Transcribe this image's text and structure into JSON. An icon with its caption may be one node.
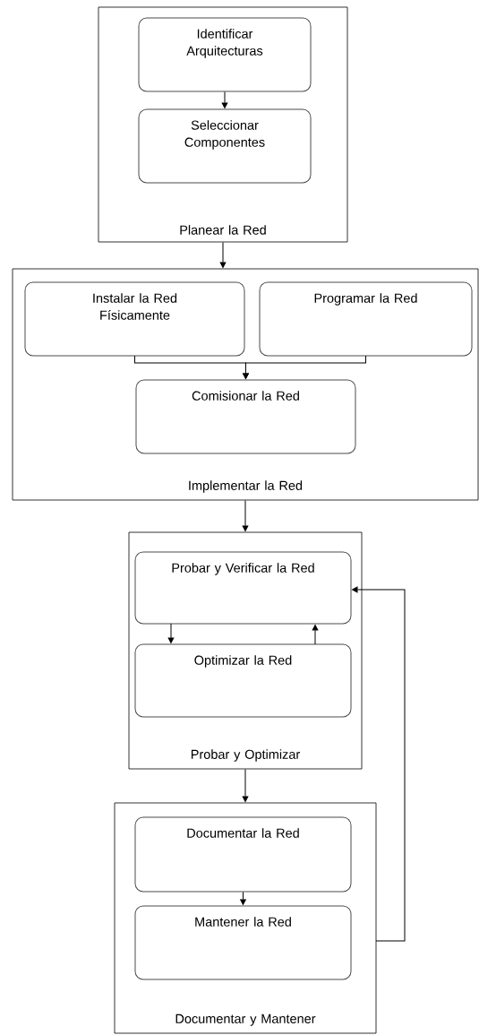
{
  "diagram": {
    "nodes": [
      {
        "text": [
          "Planear la Red"
        ]
      },
      {
        "text": [
          "Identificar Arquitecturas"
        ],
        "in": 0
      },
      {
        "text": [
          "Seleccionar Componentes"
        ],
        "in": 0
      },
      {
        "text": [
          "Implementar la Red"
        ]
      },
      {
        "text": [
          "Instalar la Red Físicamente"
        ],
        "in": 3
      },
      {
        "text": [
          "Programar la Red"
        ],
        "in": 3
      },
      {
        "text": [
          "Comisionar la Red"
        ],
        "in": 3
      },
      {
        "text": [
          "Probar y Optimizar"
        ]
      },
      {
        "text": [
          "Probar y Verificar la Red"
        ],
        "in": 7
      },
      {
        "text": [
          "Optimizar la Red"
        ],
        "in": 7
      },
      {
        "text": [
          "Documentar y Mantener"
        ]
      },
      {
        "text": [
          "Documentar la Red"
        ],
        "in": 10
      },
      {
        "text": [
          "Mantener la Red"
        ],
        "in": 10
      }
    ],
    "edges": [
      {
        "from": 1,
        "to": 2,
        "arrow": "to"
      },
      {
        "from": 0,
        "to": 3,
        "arrow": "to"
      },
      {
        "from": 4,
        "to": 6,
        "arrow": "to"
      },
      {
        "from": 5,
        "to": 6,
        "arrow": "to"
      },
      {
        "from": 3,
        "to": 7,
        "arrow": "to"
      },
      {
        "from": 8,
        "to": 9,
        "arrow": "to"
      },
      {
        "from": 9,
        "to": 8,
        "arrow": "to"
      },
      {
        "from": 7,
        "to": 10,
        "arrow": "to"
      },
      {
        "from": 11,
        "to": 12,
        "arrow": "to"
      },
      {
        "from": 10,
        "to": 8,
        "arrow": "to"
      }
    ]
  }
}
